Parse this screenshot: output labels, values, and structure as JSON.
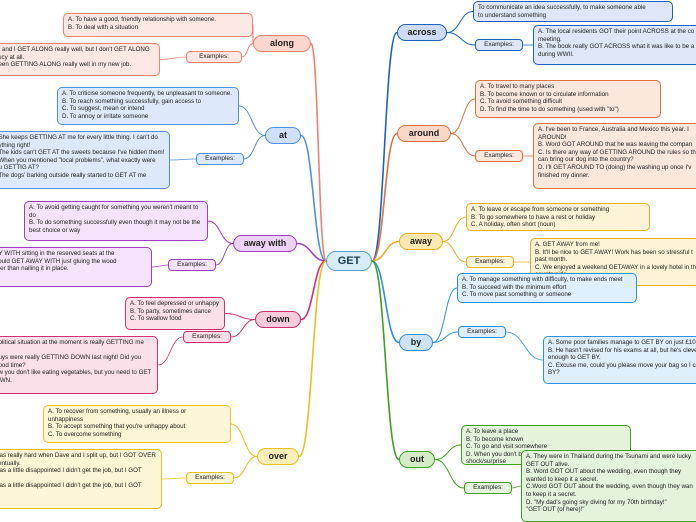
{
  "center": {
    "label": "GET"
  },
  "colors": {
    "along": "#f08070",
    "at": "#5090e0",
    "away_with": "#a040c0",
    "down": "#d03070",
    "over": "#e8c020",
    "across": "#2060c0",
    "around": "#e07040",
    "away": "#e8b020",
    "by": "#3090e0",
    "out": "#40a020"
  },
  "branches": {
    "along": {
      "label": "along",
      "meanings": [
        "A. To have a good, friendly relationship with someone.",
        "B. To deal with a situation"
      ],
      "examples_label": "Examples:",
      "examples": [
        "ry and I GET ALONG really well, but I don't GET ALONG",
        "cucy at all.",
        "been GETTING ALONG really well in my new job."
      ]
    },
    "at": {
      "label": "at",
      "meanings": [
        "A. To criticise someone frequently, be unpleasant to someone.",
        "B. To reach something successfully, gain access to",
        "C. To suggest, mean or intend",
        "D. To annoy or irritate someone"
      ],
      "examples_label": "Examples:",
      "examples": [
        ". She keeps GETTING AT me for every little thing. I can't do",
        "nything right!",
        ". The kids can't GET AT the sweets because I've hidden them!",
        ". When you mentioned \"local problems\", what exactly were",
        "ou GETTIG AT?",
        ". The dogs' barking outside really started to GET AT me"
      ]
    },
    "away_with": {
      "label": "away with",
      "meanings": [
        "A. To avoid getting caught for something you weren't meant to",
        "do",
        "B. To do something successfully even though it may not be the",
        "best choice or way"
      ],
      "examples_label": "Examples:",
      "examples": [
        "AY WITH sitting in the reserved seats at the",
        "could GET AWAY WITH just gluing the wood",
        "ther than nailing it in place."
      ]
    },
    "down": {
      "label": "down",
      "meanings": [
        "A. To feel depressed or unhappy",
        "B. To party, sometimes dance",
        "C. To swallow food"
      ],
      "examples_label": "Examples:",
      "examples": [
        "political situation at the moment is really GETTING me",
        "n.",
        "guys were really GETTING DOWN last night! Did you",
        "good time?",
        "ow you don't like eating vegetables, but you need to GET",
        "OWN."
      ]
    },
    "over": {
      "label": "over",
      "meanings": [
        "A. To recover from something, usually an illness or",
        "unhappiness",
        "B. To accept something that you're unhappy about",
        "C. To overcome something"
      ],
      "examples_label": "Examples:",
      "examples": [
        "was really hard when Dave and I split up, but I GOT OVER",
        "ventually.",
        "was a little disappointed I didn't get the job, but I GOT",
        "it.",
        "was a little disappointed I didn't get the job, but I GOT",
        "it."
      ]
    },
    "across": {
      "label": "across",
      "meanings": [
        "To communicate an idea successfully, to make someone able",
        "to understand something"
      ],
      "examples_label": "Examples:",
      "examples": [
        "A. The local residents GOT their point ACROSS at the co",
        "meeting.",
        "B. The book really GOT ACROSS what it was like to be a",
        "during WWII."
      ]
    },
    "around": {
      "label": "around",
      "meanings": [
        "A. To travel to many places",
        "B. To become known or to circulate information",
        "C. To avoid something difficult",
        "D. To find the time to do something (used with \"to\")"
      ],
      "examples_label": "Examples:",
      "examples": [
        "A. I've been to France, Australia and Mexico this year. I",
        "AROUND!",
        "B. Word GOT AROUND that he was leaving the compan",
        "C. Is there any way of GETTING AROUND the rules so th",
        "can bring our dog into the country?",
        "D. I'll GET AROUND TO (doing) the washing up once I'v",
        "finished my dinner."
      ]
    },
    "away": {
      "label": "away",
      "meanings": [
        "A. To leave or escape from someone or something",
        "B. To go somewhere to have a rest or holiday",
        "C. A holiday, often short (noun)"
      ],
      "examples_label": "Examples:",
      "examples": [
        "A. GET AWAY from me!",
        "B. It'll be nice to GET AWAY! Work has been so stressful t",
        "past month.",
        "C. We enjoyed a weekend GETAWAY in a lovely hotel in th",
        "countryside."
      ]
    },
    "by": {
      "label": "by",
      "meanings": [
        "A. To manage something with difficulty, to make ends meet",
        "B. To succeed with the minimum effort",
        "C. To move past something or someone"
      ],
      "examples_label": "Examples:",
      "examples": [
        "A. Some poor families manage to GET BY on just £10 a day.",
        "B. He hasn't revised for his exams at all, but he's clever",
        "enough to GET BY.",
        "C. Excuse me, could you please move your bag so I can GET",
        "BY?"
      ]
    },
    "out": {
      "label": "out",
      "meanings": [
        "A. To leave a place",
        "B. To become known",
        "C. To go and visit somewhere",
        "D. When you don't believe someone, expression of",
        "shock/surprise"
      ],
      "examples_label": "Examples:",
      "examples": [
        "A. They were in Thailand during the Tsunami and were lucky",
        "GET OUT alive.",
        "B. Word GOT OUT about the wedding, even though they",
        "wanted to keep it a secret.",
        "C.Word GOT OUT about the wedding, even though they wan",
        "to keep it a secret.",
        "D. \"My dad's going sky diving for my 70th birthday!\"",
        "\"GET OUT (of here)!\""
      ]
    }
  }
}
